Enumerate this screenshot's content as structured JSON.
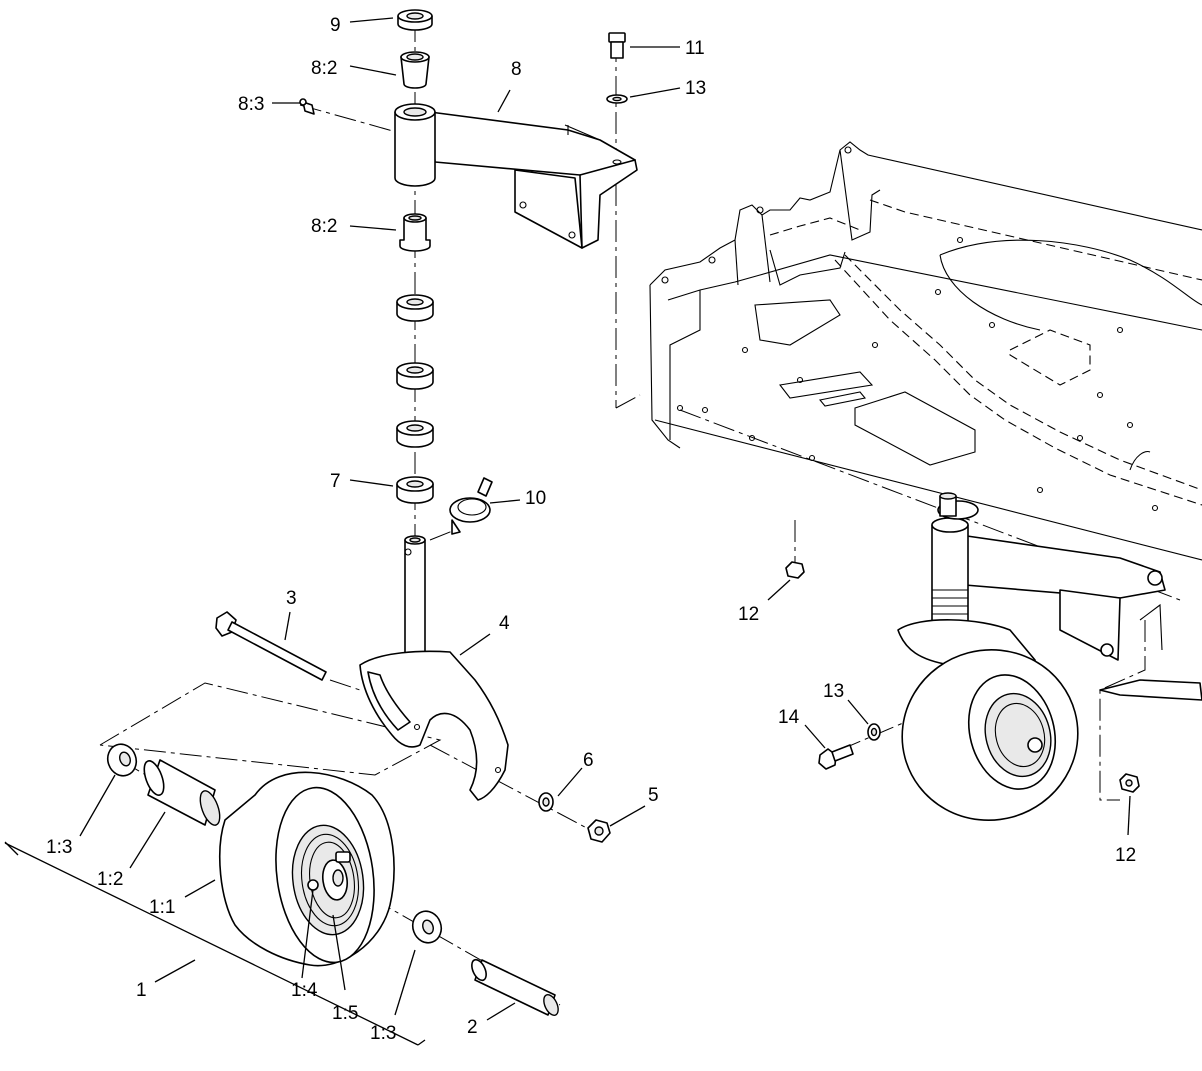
{
  "diagram": {
    "callouts": {
      "c9": "9",
      "c8_2_top": "8:2",
      "c8": "8",
      "c8_3": "8:3",
      "c11": "11",
      "c13_top": "13",
      "c8_2_bottom": "8:2",
      "c7": "7",
      "c10": "10",
      "c3": "3",
      "c4": "4",
      "c12_mid": "12",
      "c6": "6",
      "c5": "5",
      "c13_right": "13",
      "c14": "14",
      "c12_right": "12",
      "c1_3_left": "1:3",
      "c1_2": "1:2",
      "c1_1": "1:1",
      "c1": "1",
      "c1_4": "1:4",
      "c1_5": "1:5",
      "c1_3_bottom": "1:3",
      "c2": "2"
    }
  }
}
